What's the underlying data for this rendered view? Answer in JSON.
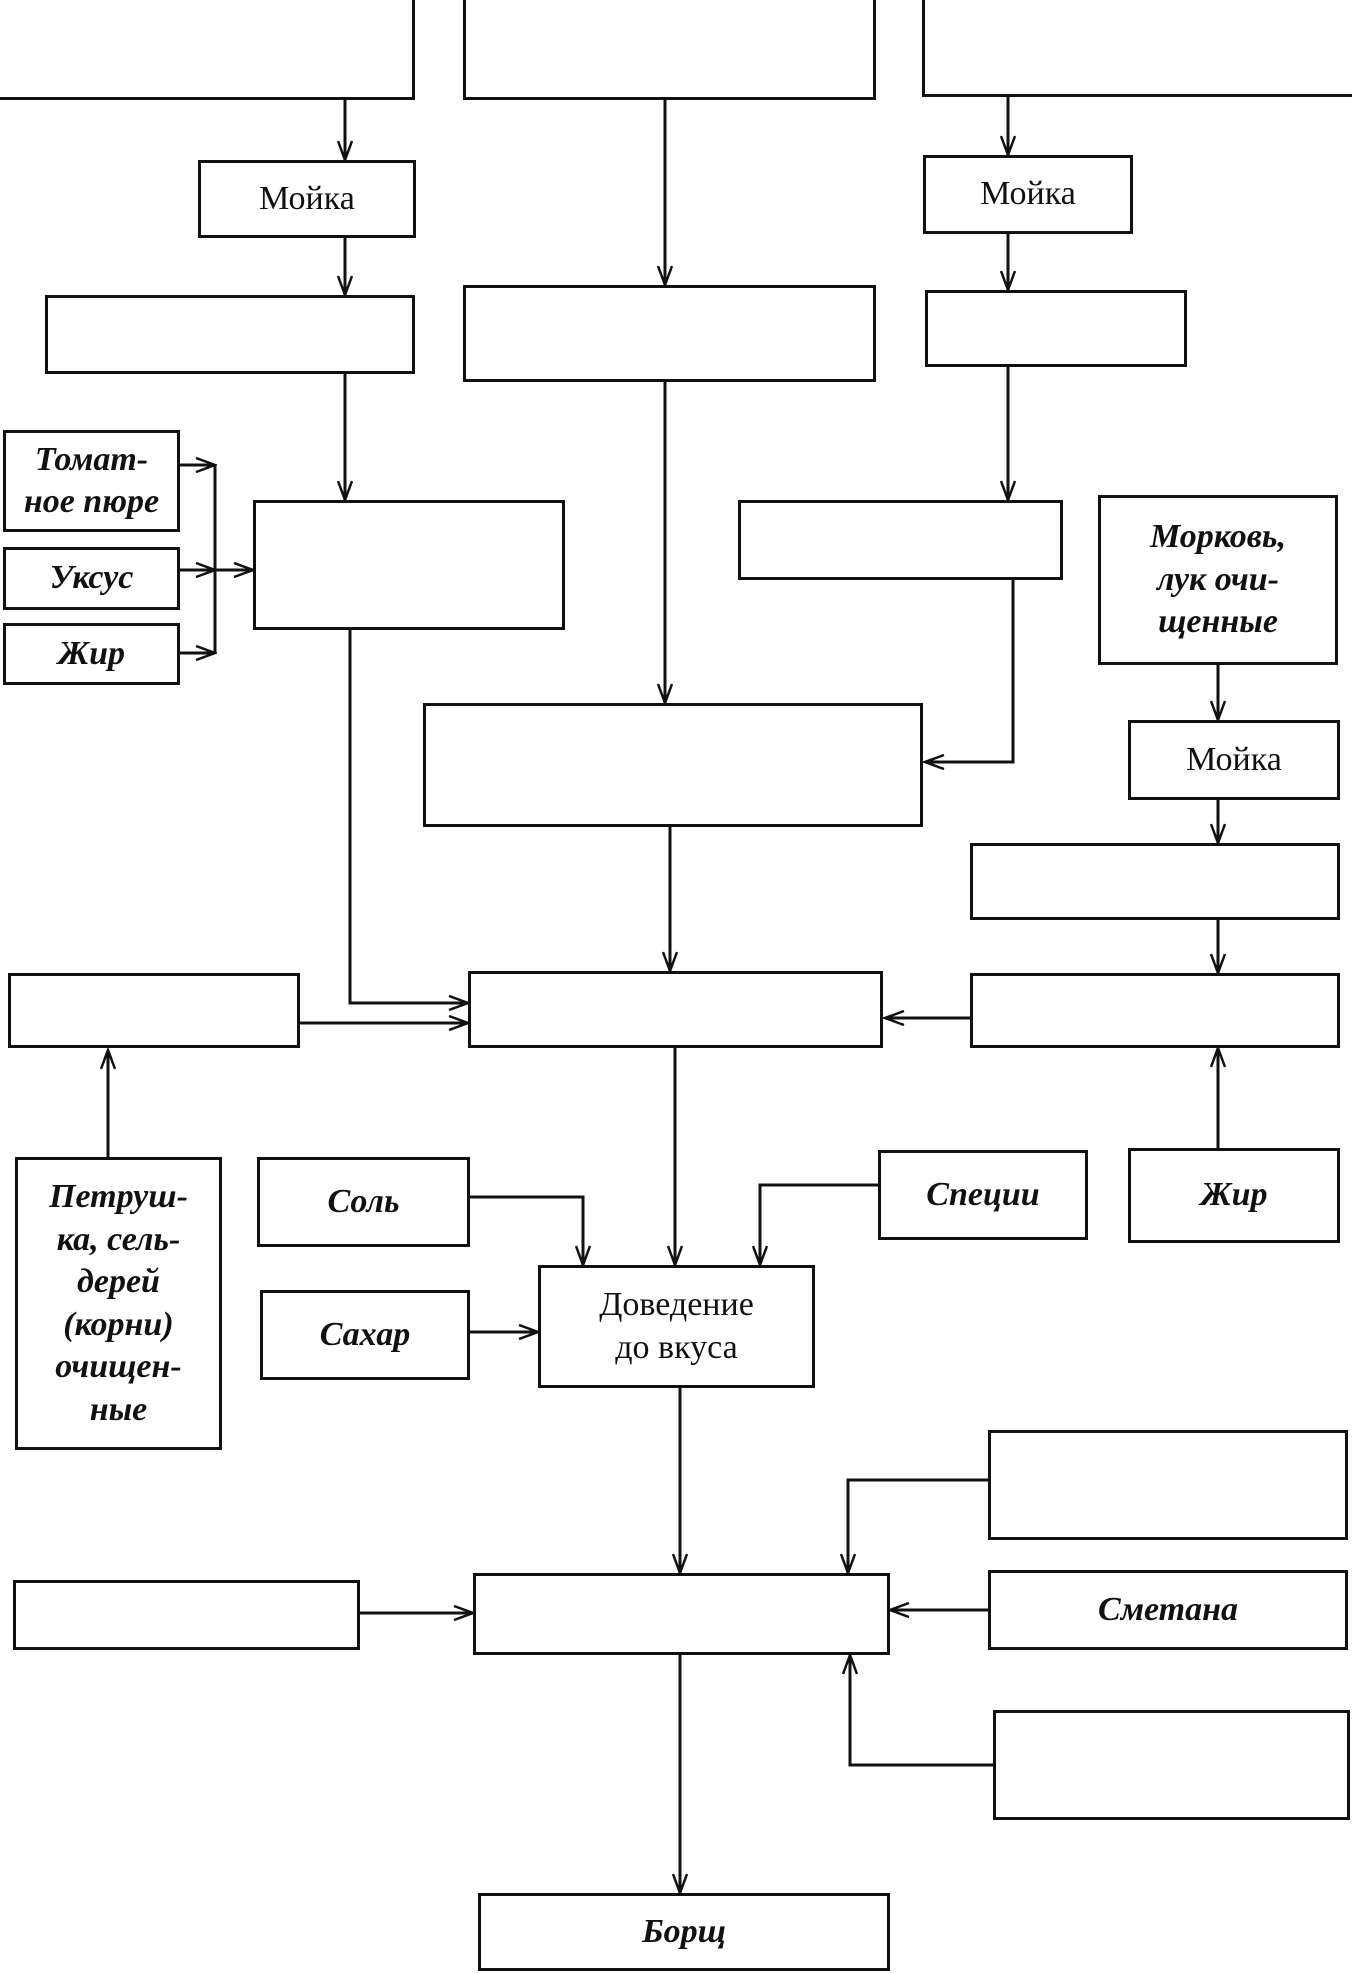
{
  "blocks": {
    "moika_1": "Мойка",
    "moika_2": "Мойка",
    "moika_3": "Мойка",
    "tomat_pure": "Томат-\nное пюре",
    "uksus": "Уксус",
    "zhir_left": "Жир",
    "morkov_luk": "Морковь,\nлук очи-\nщенные",
    "petrushka": "Петруш-\nка, сель-\nдерей\n(корни)\nочищен-\nные",
    "sol": "Соль",
    "specii": "Специи",
    "zhir_right": "Жир",
    "sahar": "Сахар",
    "dovedenie": "Доведение\nдо вкуса",
    "smetana": "Сметана",
    "borsch": "Борщ",
    "empty": ""
  },
  "colors": {
    "line": "#111111",
    "background": "#ffffff"
  }
}
